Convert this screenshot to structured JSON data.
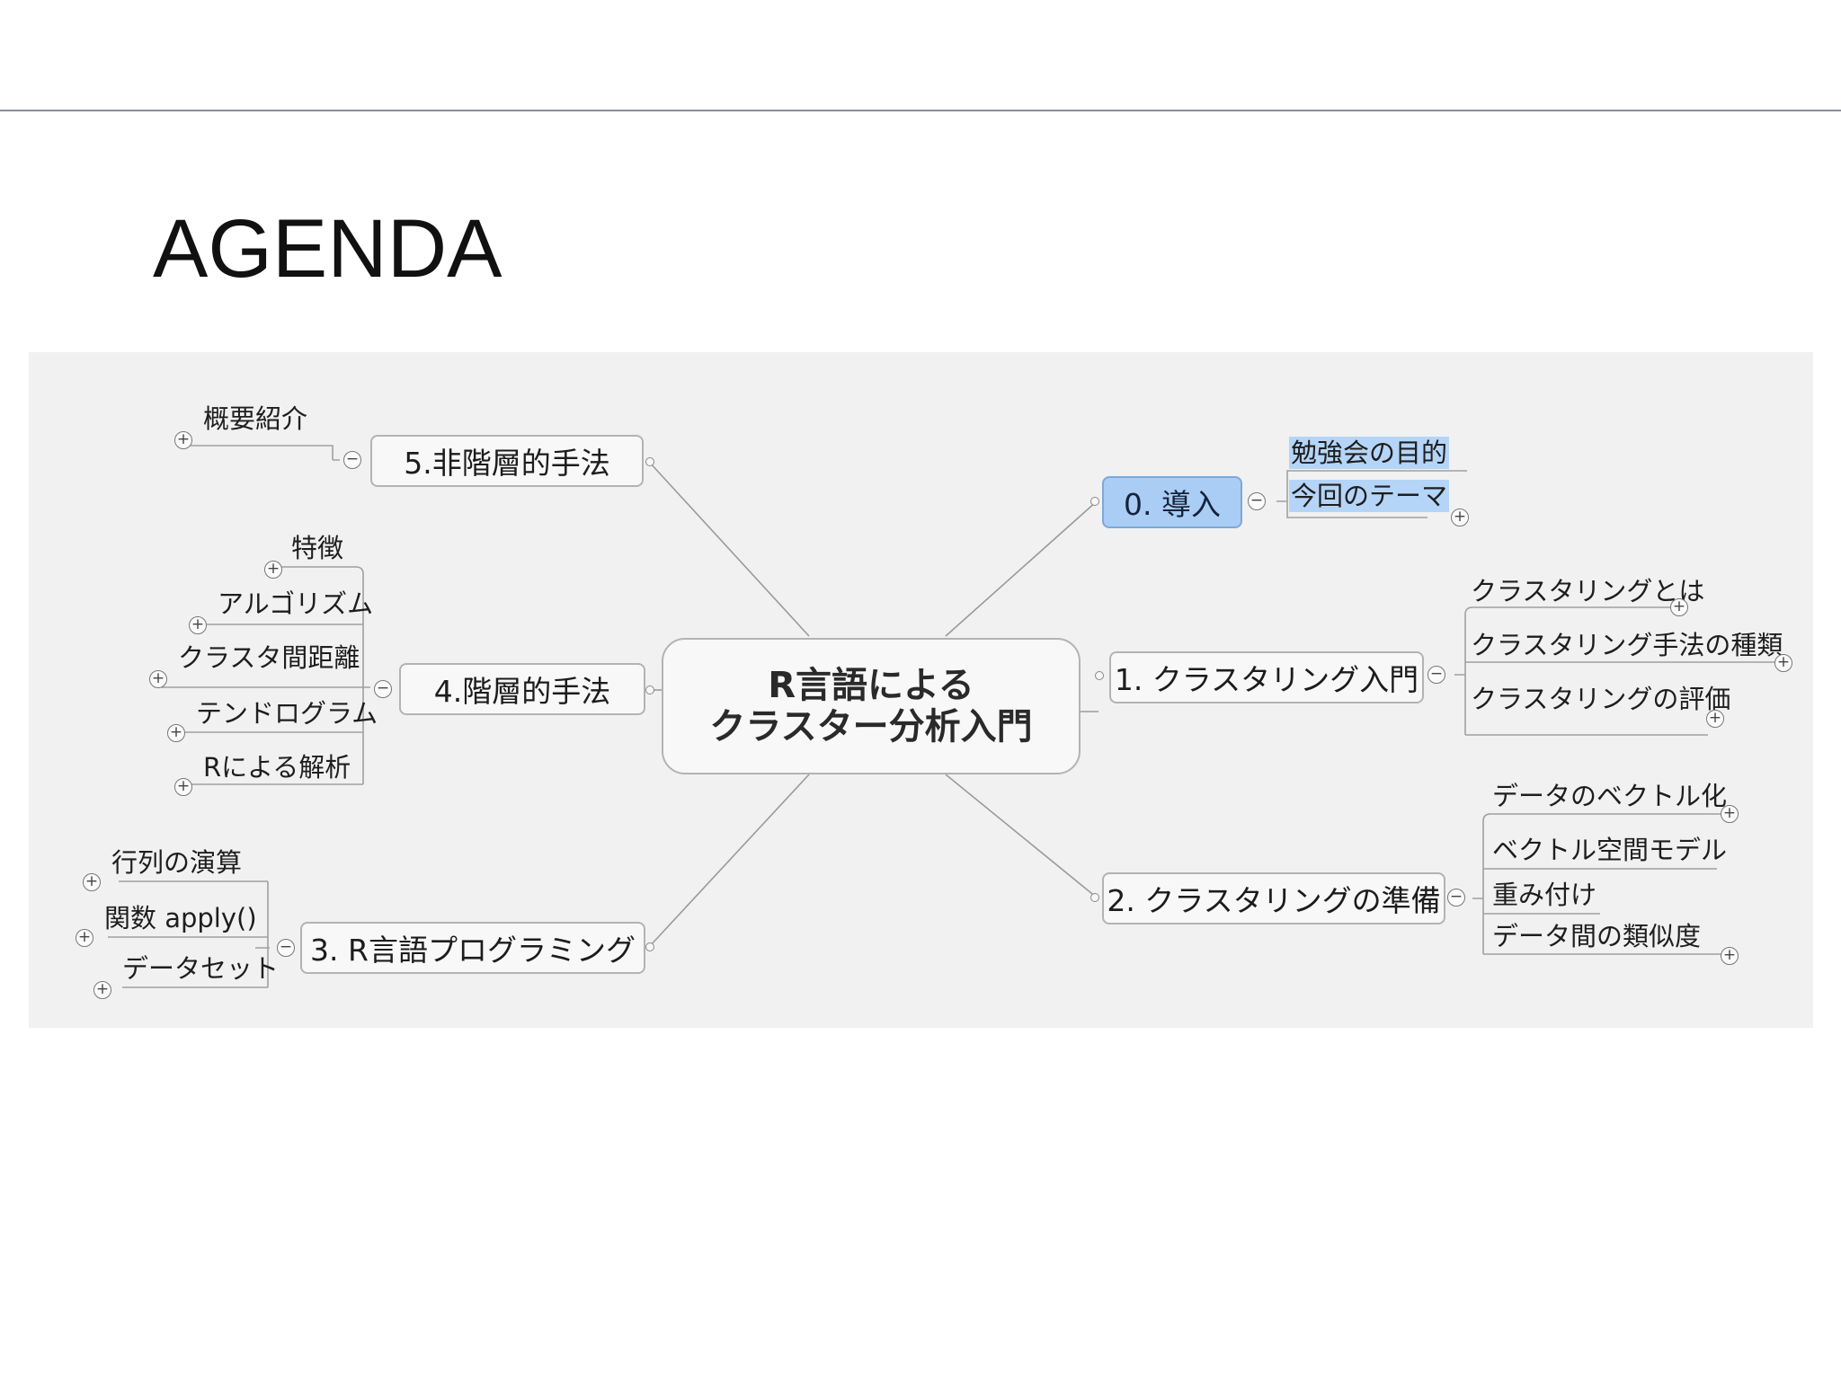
{
  "slide": {
    "title": "AGENDA"
  },
  "mindmap": {
    "center": {
      "line1": "R言語による",
      "line2": "クラスター分析入門"
    },
    "branches": [
      {
        "label": "0. 導入",
        "items": [
          "勉強会の目的",
          "今回のテーマ"
        ]
      },
      {
        "label": "1. クラスタリング入門",
        "items": [
          "クラスタリングとは",
          "クラスタリング手法の種類",
          "クラスタリングの評価"
        ]
      },
      {
        "label": "2. クラスタリングの準備",
        "items": [
          "データのベクトル化",
          "ベクトル空間モデル",
          "重み付け",
          "データ間の類似度"
        ]
      },
      {
        "label": "3. R言語プログラミング",
        "items": [
          "行列の演算",
          "関数 apply()",
          "データセット"
        ]
      },
      {
        "label": "4.階層的手法",
        "items": [
          "特徴",
          "アルゴリズム",
          "クラスタ間距離",
          "テンドログラム",
          "Rによる解析"
        ]
      },
      {
        "label": "5.非階層的手法",
        "items": [
          "概要紹介"
        ]
      }
    ],
    "expand_symbol": "+",
    "collapse_symbol": "−",
    "colors": {
      "selected_fill": "#a9cdf4",
      "highlight": "#b5d5f8",
      "panel_bg": "#f1f1f1"
    }
  }
}
